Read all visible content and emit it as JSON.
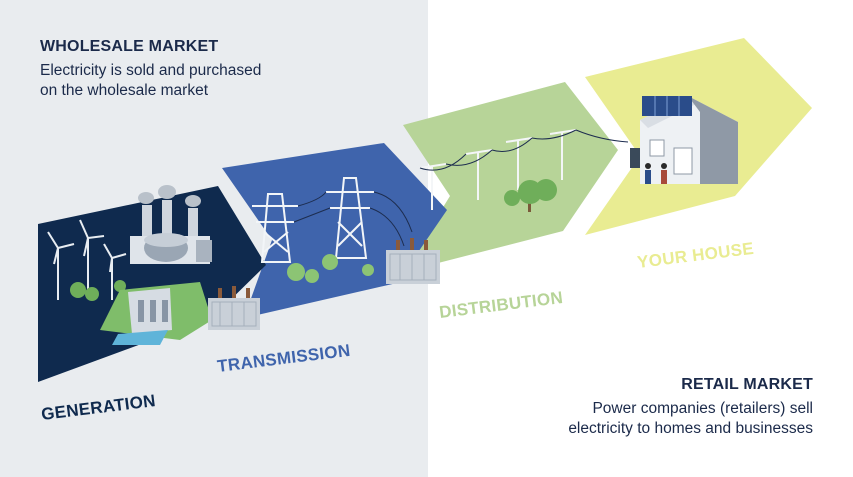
{
  "wholesale": {
    "title": "WHOLESALE MARKET",
    "desc_line1": "Electricity is sold and purchased",
    "desc_line2": "on the wholesale market"
  },
  "retail": {
    "title": "RETAIL MARKET",
    "desc_line1": "Power companies (retailers) sell",
    "desc_line2": "electricity to homes and businesses"
  },
  "stages": {
    "generation": "GENERATION",
    "transmission": "TRANSMISSION",
    "distribution": "DISTRIBUTION",
    "your_house": "YOUR HOUSE"
  },
  "colors": {
    "generation": "#0f2a4e",
    "transmission": "#3f64ac",
    "distribution": "#b7d498",
    "your_house": "#e9ec92",
    "wholesale_bg": "#e9ecef",
    "text_dark": "#1b2a4a"
  }
}
